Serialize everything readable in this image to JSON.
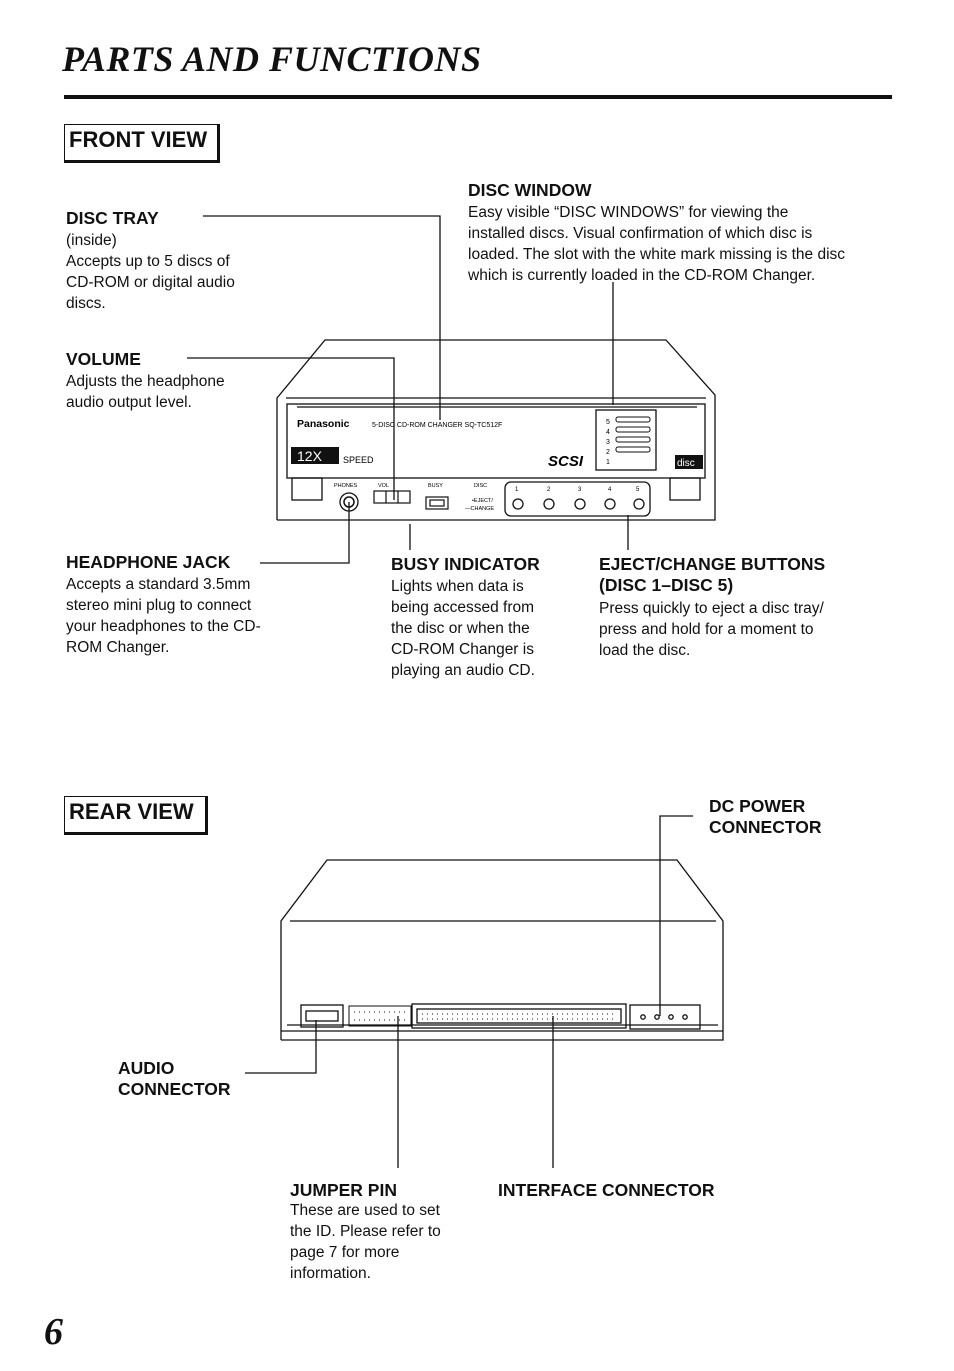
{
  "page_title": "PARTS AND FUNCTIONS",
  "page_number": "6",
  "front": {
    "heading": "FRONT VIEW",
    "disc_tray": {
      "label": "DISC TRAY",
      "lines": [
        "(inside)",
        "Accepts up to 5 discs of",
        "CD-ROM or digital audio",
        "discs."
      ]
    },
    "disc_window": {
      "label": "DISC WINDOW",
      "lines": [
        "Easy visible “DISC WINDOWS” for viewing the",
        "installed discs. Visual confirmation of which disc is",
        "loaded. The slot with the white mark missing is the disc",
        "which is currently loaded in the CD-ROM Changer."
      ]
    },
    "volume": {
      "label": "VOLUME",
      "lines": [
        "Adjusts the headphone",
        "audio output level."
      ]
    },
    "headphone_jack": {
      "label": "HEADPHONE JACK",
      "lines": [
        "Accepts a standard 3.5mm",
        "stereo mini plug to connect",
        "your headphones to the CD-",
        "ROM Changer."
      ]
    },
    "busy_indicator": {
      "label": "BUSY INDICATOR",
      "lines": [
        "Lights when data is",
        "being accessed from",
        "the disc or when the",
        "CD-ROM Changer is",
        "playing an audio CD."
      ]
    },
    "eject_buttons": {
      "label_lines": [
        "EJECT/CHANGE BUTTONS",
        "(DISC 1–DISC 5)"
      ],
      "lines": [
        "Press quickly to eject a disc tray/",
        "press and hold for a moment to",
        "load the disc."
      ]
    },
    "device": {
      "brand": "Panasonic",
      "model_text": "5-DISC CD-ROM CHANGER SQ-TC512F",
      "speed_badge": "12X",
      "speed_text": "SPEED",
      "scsi": "SCSI",
      "phones": "PHONES",
      "vol": "VOL",
      "busy": "BUSY",
      "disc": "DISC",
      "eject_change": [
        "•EJECT/",
        "—CHANGE"
      ],
      "slot_numbers": [
        "5",
        "4",
        "3",
        "2",
        "1"
      ],
      "button_numbers": [
        "1",
        "2",
        "3",
        "4",
        "5"
      ],
      "cd_logo": "disc"
    }
  },
  "rear": {
    "heading": "REAR VIEW",
    "dc_power": {
      "label_lines": [
        "DC POWER",
        "CONNECTOR"
      ]
    },
    "audio_connector": {
      "label_lines": [
        "AUDIO",
        "CONNECTOR"
      ]
    },
    "jumper_pin": {
      "label": "JUMPER PIN",
      "lines": [
        "These are used to set",
        "the ID. Please refer to",
        "page 7 for more",
        "information."
      ]
    },
    "interface_connector": {
      "label": "INTERFACE CONNECTOR"
    }
  }
}
